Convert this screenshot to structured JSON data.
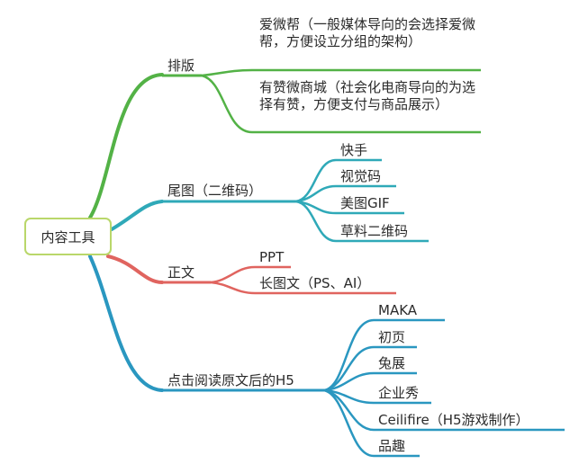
{
  "colors": {
    "green": "#53b246",
    "teal": "#2fa9b8",
    "red": "#e0645f",
    "blue": "#2a97c0",
    "root_border": "#b9d76a"
  },
  "root": "内容工具",
  "branches": [
    {
      "label": "排版",
      "children": [
        "爱微帮（一般媒体导向的会选择爱微帮，方便设立分组的架构）",
        "有赞微商城（社会化电商导向的为选择有赞，方便支付与商品展示）"
      ]
    },
    {
      "label": "尾图（二维码）",
      "children": [
        "快手",
        "视觉码",
        "美图GIF",
        "草料二维码"
      ]
    },
    {
      "label": "正文",
      "children": [
        "PPT",
        "长图文（PS、AI）"
      ]
    },
    {
      "label": "点击阅读原文后的H5",
      "children": [
        "MAKA",
        "初页",
        "兔展",
        "企业秀",
        "Ceilifire（H5游戏制作）",
        "品趣"
      ]
    }
  ]
}
